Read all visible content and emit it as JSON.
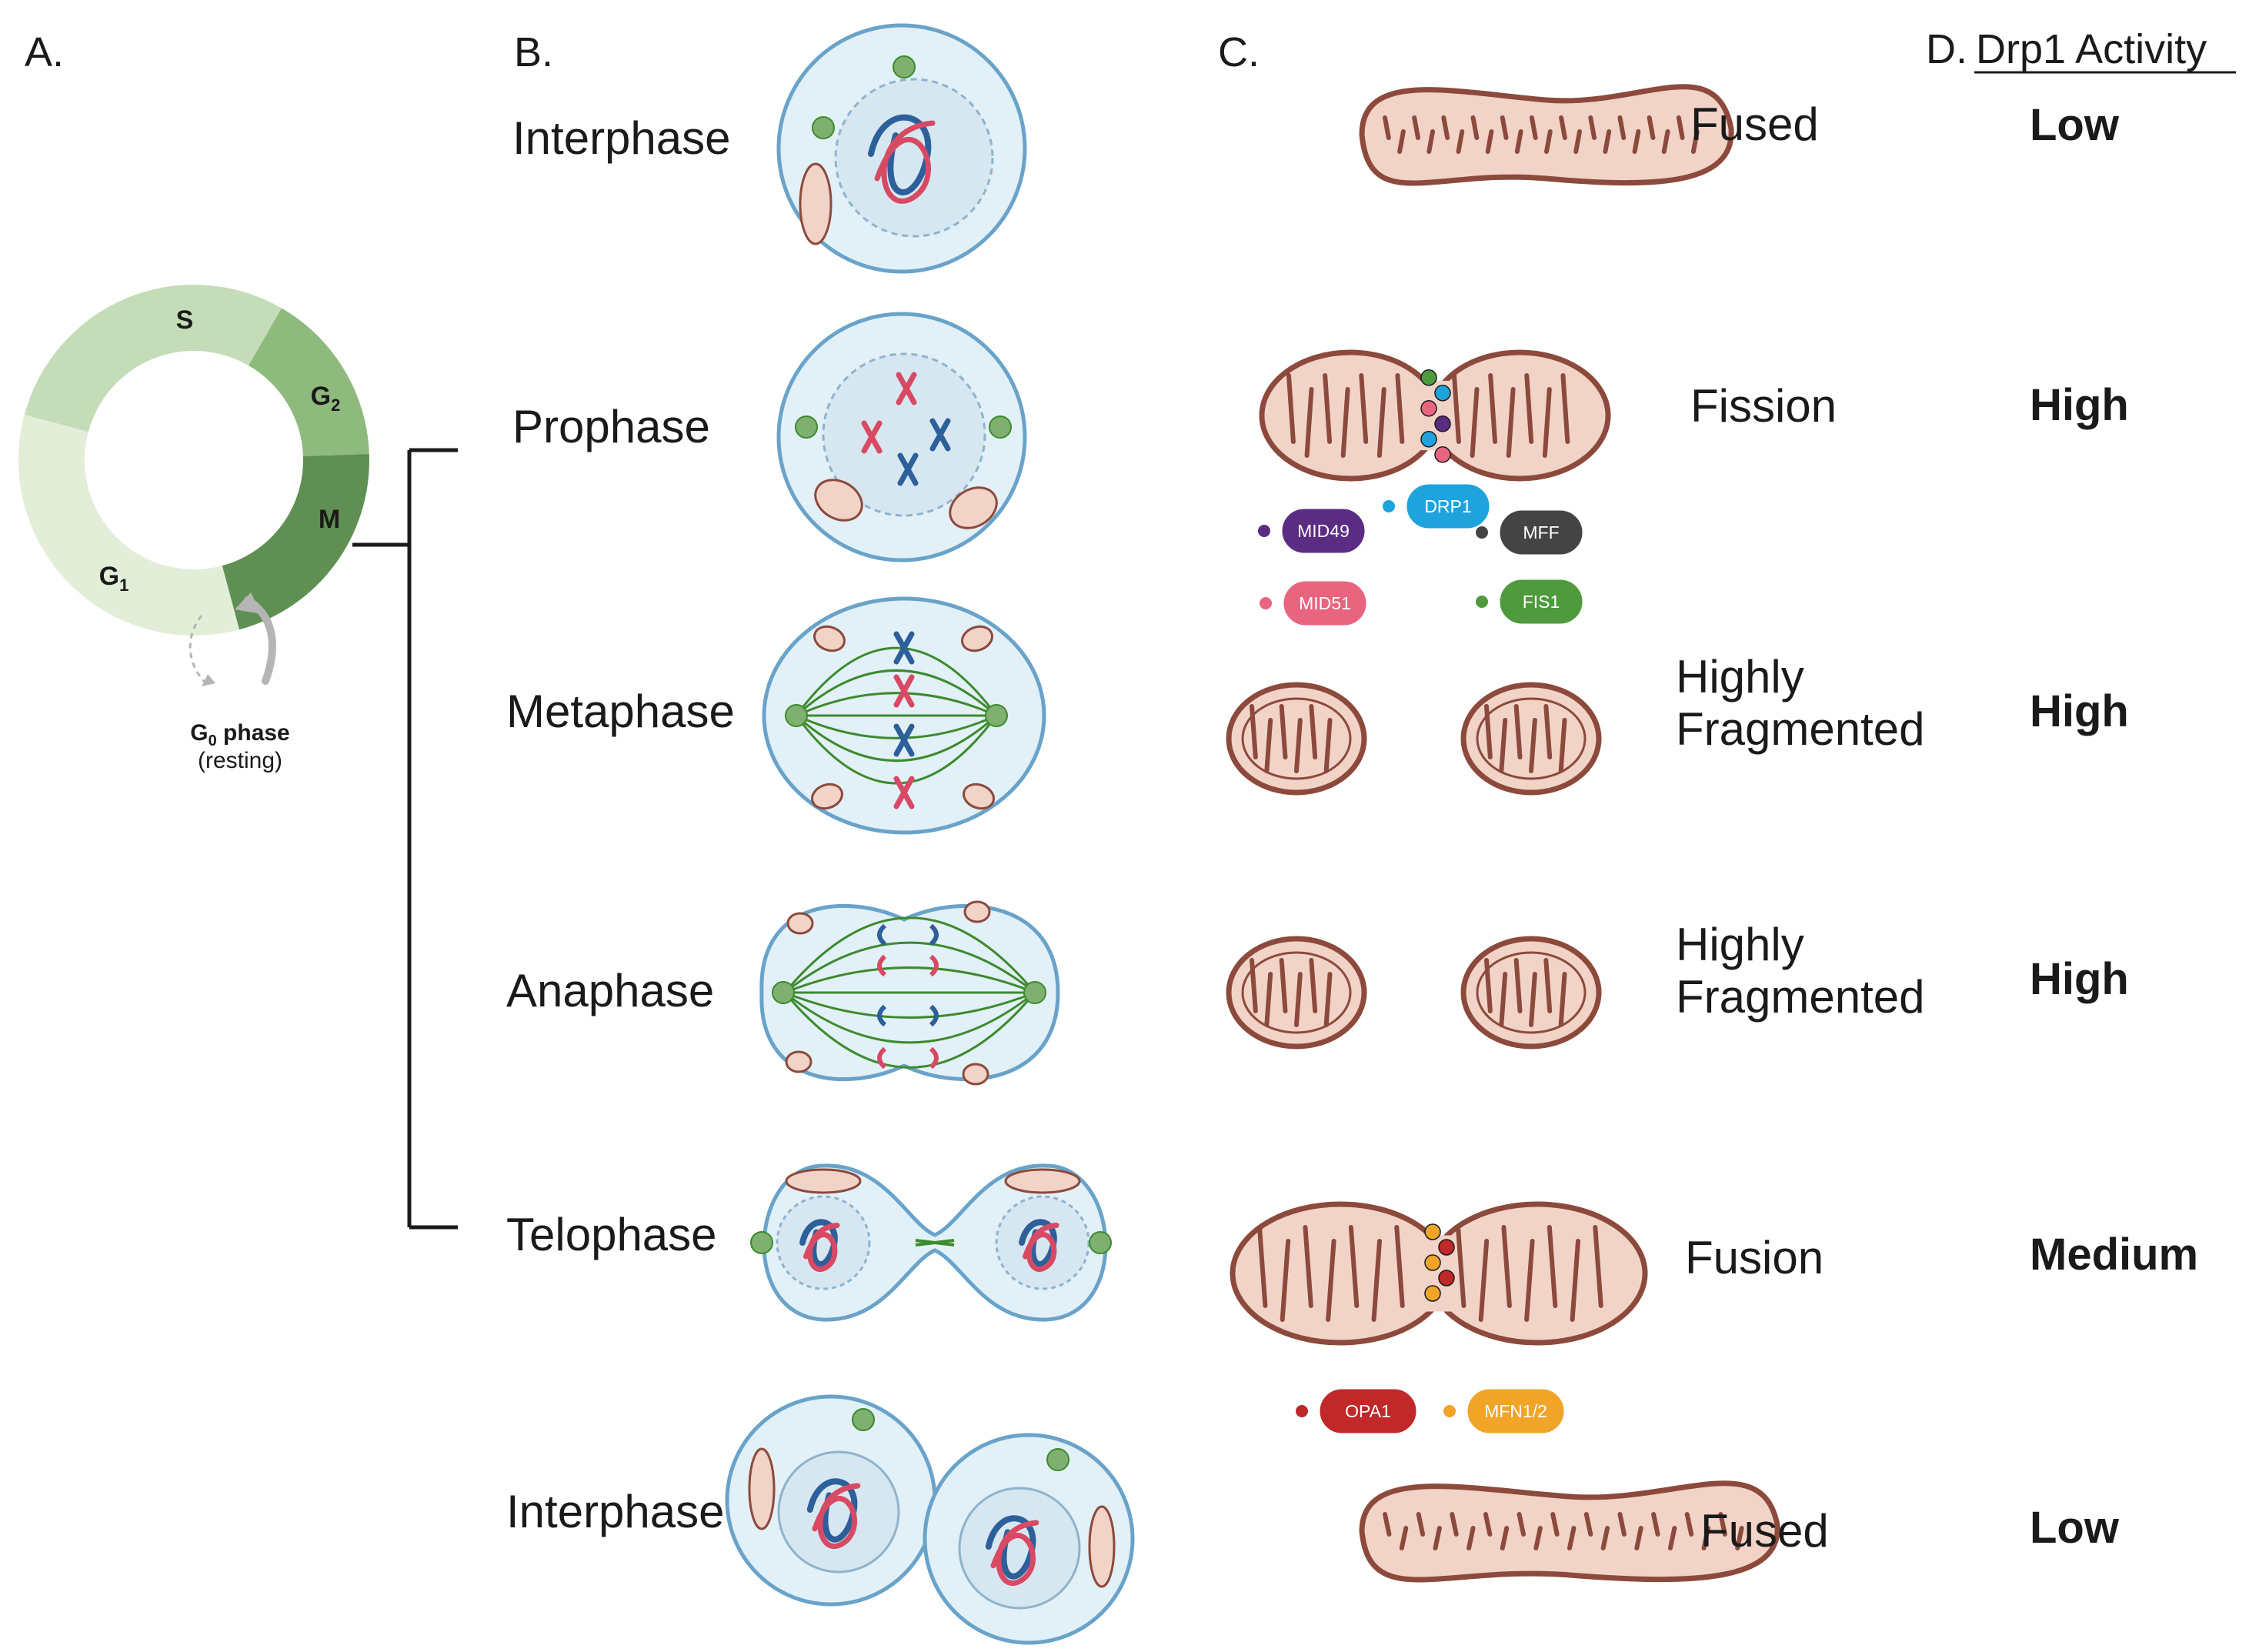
{
  "panels": {
    "a": "A.",
    "b": "B.",
    "c": "C.",
    "d_prefix": "D.",
    "d_title": "Drp1 Activity"
  },
  "cycle": {
    "phases": [
      {
        "label": "S",
        "color": "#c5dcb8"
      },
      {
        "label": "G",
        "sub": "2",
        "color": "#8fba7e"
      },
      {
        "label": "M",
        "color": "#5f8f52"
      },
      {
        "label": "G",
        "sub": "1",
        "color": "#e3eed9"
      }
    ],
    "g0": {
      "label": "G",
      "sub": "0",
      "suffix": " phase",
      "note": "(resting)"
    }
  },
  "stages": [
    "Interphase",
    "Prophase",
    "Metaphase",
    "Anaphase",
    "Telophase",
    "Interphase"
  ],
  "mito_states": [
    "Fused",
    "Fission",
    "Highly Fragmented",
    "Highly Fragmented",
    "Fusion",
    "Fused"
  ],
  "drp1_activity": [
    "Low",
    "High",
    "High",
    "High",
    "Medium",
    "Low"
  ],
  "fission_proteins": [
    {
      "name": "MID49",
      "color": "#5b2d82"
    },
    {
      "name": "DRP1",
      "color": "#1fa3dd"
    },
    {
      "name": "MFF",
      "color": "#444444"
    },
    {
      "name": "MID51",
      "color": "#e8647f"
    },
    {
      "name": "FIS1",
      "color": "#4f9a3c"
    }
  ],
  "fusion_proteins": [
    {
      "name": "OPA1",
      "color": "#c0282a"
    },
    {
      "name": "MFN1/2",
      "color": "#f0a428"
    }
  ],
  "colors": {
    "mito_fill": "#f2d3c8",
    "mito_stroke": "#8c4a3c",
    "cell_fill": "#e2f0f7",
    "cell_stroke": "#6aa3c9",
    "spindle": "#3d8a2f",
    "chrom_red": "#d84a64",
    "chrom_blue": "#2d5f9a"
  }
}
